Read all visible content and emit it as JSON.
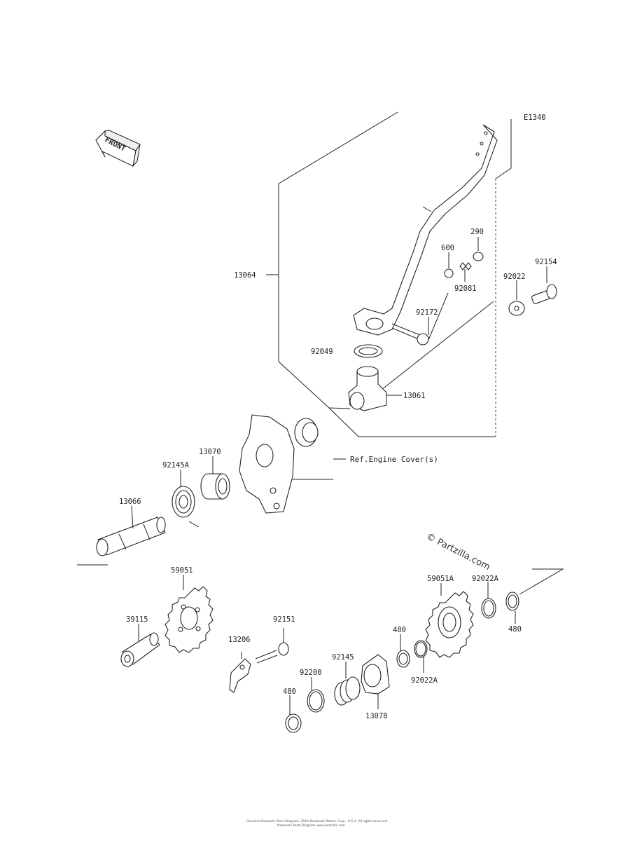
{
  "diagram_code": "E1340",
  "front_label": "FRONT",
  "reference_note": "Ref.Engine Cover(s)",
  "watermark": "© Partzilla.com",
  "footer": {
    "line1": "Genuine Kawasaki Parts Diagram, 2024 Kawasaki Motors Corp., U.S.A. All rights reserved.",
    "line2": "Kawasaki Parts Diagram www.partzilla.com"
  },
  "labels": {
    "p13064": "13064",
    "p290": "290",
    "p600": "600",
    "p92081": "92081",
    "p92154": "92154",
    "p92022": "92022",
    "p92172": "92172",
    "p92049": "92049",
    "p13061": "13061",
    "p13070": "13070",
    "p92145A": "92145A",
    "p13066": "13066",
    "p59051": "59051",
    "p39115": "39115",
    "p92151": "92151",
    "p13206": "13206",
    "p92200": "92200",
    "p92145": "92145",
    "p480a": "480",
    "p480b": "480",
    "p480c": "480",
    "p13078": "13078",
    "p92022Aa": "92022A",
    "p92022Ab": "92022A",
    "p59051A": "59051A"
  }
}
